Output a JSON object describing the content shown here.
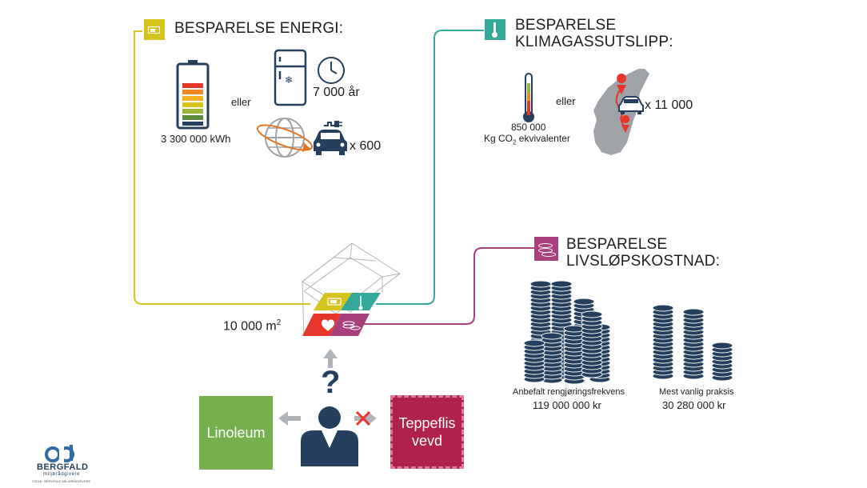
{
  "energy": {
    "heading": "BESPARELSE ENERGI:",
    "battery_value": "3 300 000 kWh",
    "or_label": "eller",
    "years_value": "7 000 år",
    "car_multiplier": "x 600"
  },
  "climate": {
    "heading_line1": "BESPARELSE",
    "heading_line2": "KLIMAGASSUTSLIPP:",
    "value": "850 000",
    "unit_prefix": "Kg CO",
    "unit_sub": "2",
    "unit_suffix": " ekvivalenter",
    "or_label": "eller",
    "car_multiplier": "x 11 000"
  },
  "lifecycle": {
    "heading_line1": "BESPARELSE",
    "heading_line2": "LIVSLØPSKOSTNAD:",
    "left_label": "Anbefalt rengjøringsfrekvens",
    "left_value": "119 000 000 kr",
    "right_label": "Mest vanlig praksis",
    "right_value": "30 280 000 kr"
  },
  "area": {
    "value": "10 000 m",
    "sup": "2"
  },
  "choice": {
    "question_mark": "?",
    "left_option": "Linoleum",
    "right_option_line1": "Teppeflis",
    "right_option_line2": "vevd"
  },
  "logo": {
    "name": "BERGFALD",
    "tagline": "miljørådgivere",
    "copyright": "©2018 - BERGFALD MILJØRÅDGIVERE"
  },
  "colors": {
    "yellow": "#d6c31e",
    "teal": "#34a89a",
    "magenta": "#a8407e",
    "red": "#e6352b",
    "green": "#75b04e",
    "navy": "#24405e",
    "grey": "#9fa3a8"
  }
}
